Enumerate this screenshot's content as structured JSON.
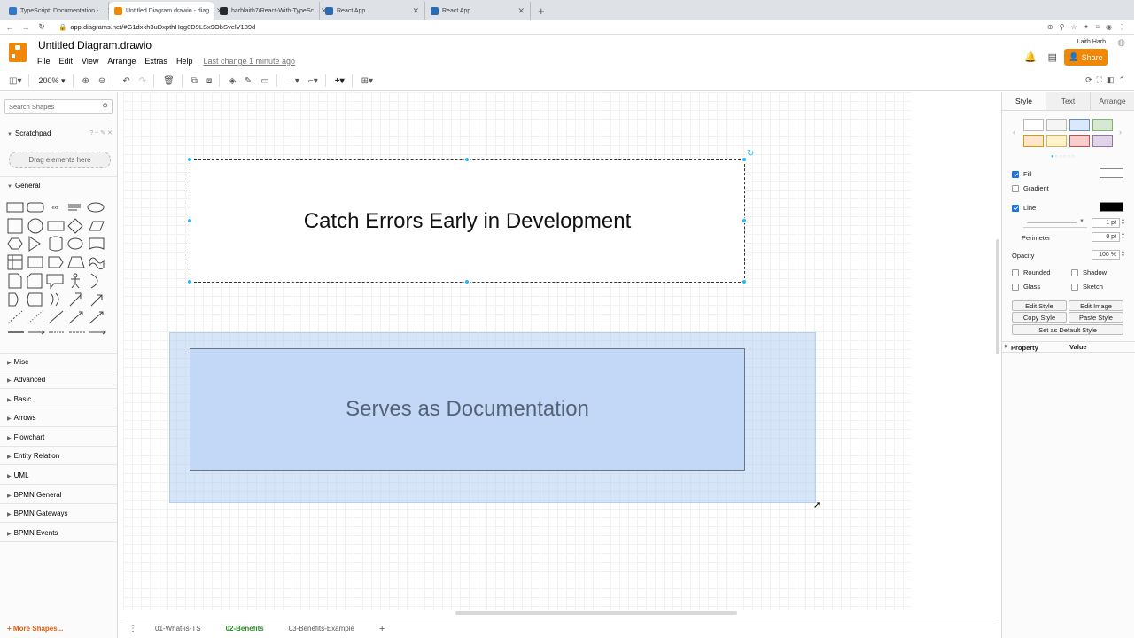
{
  "browser": {
    "tabs": [
      {
        "label": "TypeScript: Documentation - ...",
        "color": "#3178c6",
        "active": false
      },
      {
        "label": "Untitled Diagram.drawio - diag...",
        "color": "#f08705",
        "active": true
      },
      {
        "label": "harblaith7/React-With-TypeSc...",
        "color": "#24292e",
        "active": false
      },
      {
        "label": "React App",
        "color": "#2b6bb3",
        "active": false
      },
      {
        "label": "React App",
        "color": "#2b6bb3",
        "active": false
      }
    ],
    "url": "app.diagrams.net/#G1dxkh3uDxpthHqg0D9LSx9ObSvelV189d"
  },
  "app": {
    "title": "Untitled Diagram.drawio",
    "menus": [
      "File",
      "Edit",
      "View",
      "Arrange",
      "Extras",
      "Help"
    ],
    "last_change": "Last change 1 minute ago",
    "user": "Laith Harb",
    "share_label": "Share"
  },
  "toolbar": {
    "zoom": "200%"
  },
  "sidebar": {
    "search_placeholder": "Search Shapes",
    "scratchpad": "Scratchpad",
    "drag_hint": "Drag elements here",
    "general": "General",
    "sections": [
      "Misc",
      "Advanced",
      "Basic",
      "Arrows",
      "Flowchart",
      "Entity Relation",
      "UML",
      "BPMN General",
      "BPMN Gateways",
      "BPMN Events"
    ],
    "more_shapes": "More Shapes..."
  },
  "canvas": {
    "shapes": [
      {
        "label": "Catch Errors Early in Development",
        "selected": true
      },
      {
        "label": "Serves as Documentation",
        "selected": false
      }
    ]
  },
  "pages": {
    "tabs": [
      "01-What-is-TS",
      "02-Benefits",
      "03-Benefits-Example"
    ],
    "active_index": 1
  },
  "format_panel": {
    "tabs": [
      "Style",
      "Text",
      "Arrange"
    ],
    "swatches": [
      "#ffffff",
      "#f5f5f5",
      "#dae8fc",
      "#d5e8d4",
      "#ffe6cc",
      "#fff2cc",
      "#f8cecc",
      "#e1d5e7"
    ],
    "fill_label": "Fill",
    "fill_color": "#ffffff",
    "gradient_label": "Gradient",
    "line_label": "Line",
    "line_color": "#000000",
    "line_width": "1 pt",
    "perimeter_label": "Perimeter",
    "perimeter_value": "0 pt",
    "opacity_label": "Opacity",
    "opacity_value": "100 %",
    "rounded_label": "Rounded",
    "shadow_label": "Shadow",
    "glass_label": "Glass",
    "sketch_label": "Sketch",
    "edit_style": "Edit Style",
    "edit_image": "Edit Image",
    "copy_style": "Copy Style",
    "paste_style": "Paste Style",
    "default_style": "Set as Default Style",
    "property_label": "Property",
    "value_label": "Value"
  }
}
